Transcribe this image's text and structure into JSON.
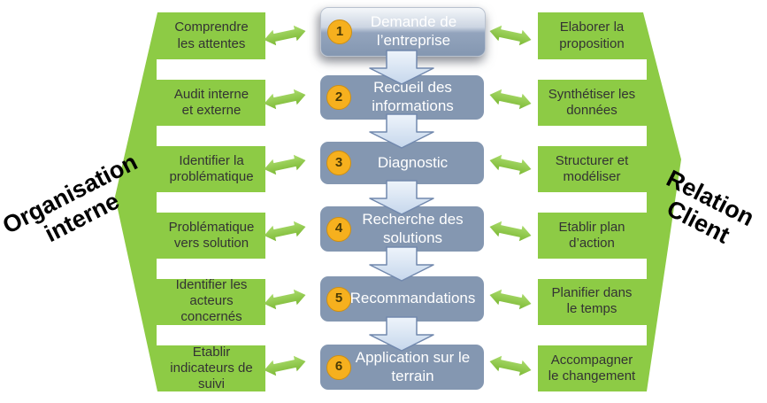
{
  "left_banner": {
    "label": "Organisation\ninterne"
  },
  "right_banner": {
    "label": "Relation\nClient"
  },
  "steps": [
    {
      "num": "1",
      "title": "Demande de\nl’entreprise",
      "left": "Comprendre\nles attentes",
      "right": "Elaborer la\nproposition"
    },
    {
      "num": "2",
      "title": "Recueil des\ninformations",
      "left": "Audit interne\net externe",
      "right": "Synthétiser les\ndonnées"
    },
    {
      "num": "3",
      "title": "Diagnostic",
      "left": "Identifier la\nproblématique",
      "right": "Structurer et\nmodéliser"
    },
    {
      "num": "4",
      "title": "Recherche des\nsolutions",
      "left": "Problématique\nvers solution",
      "right": "Etablir plan\nd’action"
    },
    {
      "num": "5",
      "title": "Recommandations",
      "left": "Identifier les\nacteurs\nconcernés",
      "right": "Planifier dans\nle temps"
    },
    {
      "num": "6",
      "title": "Application sur le\nterrain",
      "left": "Etablir\nindicateurs de\nsuivi",
      "right": "Accompagner\nle changement"
    }
  ],
  "colors": {
    "banner_green": "#8dcb45",
    "double_arrow_green": "#8cc63e",
    "step_box_blue": "#8497b1",
    "badge_orange": "#f6b01e",
    "down_arrow_fill": "#dce9f6",
    "down_arrow_border": "#7188ad",
    "label_text": "#333333",
    "step_text": "#ffffff",
    "side_label_text": "#000000"
  }
}
